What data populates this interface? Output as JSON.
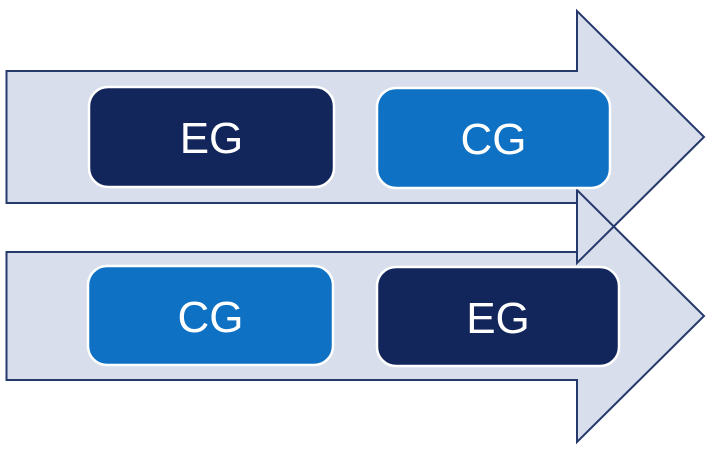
{
  "diagram": {
    "type": "process-flow-arrows",
    "colors": {
      "background": "#ffffff",
      "arrow_fill": "#d8deeb",
      "arrow_border": "#26396c",
      "box_border": "#ffffff",
      "text_color": "#ffffff",
      "box_dark": "#13265c",
      "box_light": "#0e71c4"
    },
    "arrows": [
      {
        "id": "top",
        "boxes": [
          {
            "label": "EG",
            "fill": "#13265c"
          },
          {
            "label": "CG",
            "fill": "#0e71c4"
          }
        ]
      },
      {
        "id": "bottom",
        "boxes": [
          {
            "label": "CG",
            "fill": "#0e71c4"
          },
          {
            "label": "EG",
            "fill": "#13265c"
          }
        ]
      }
    ]
  }
}
